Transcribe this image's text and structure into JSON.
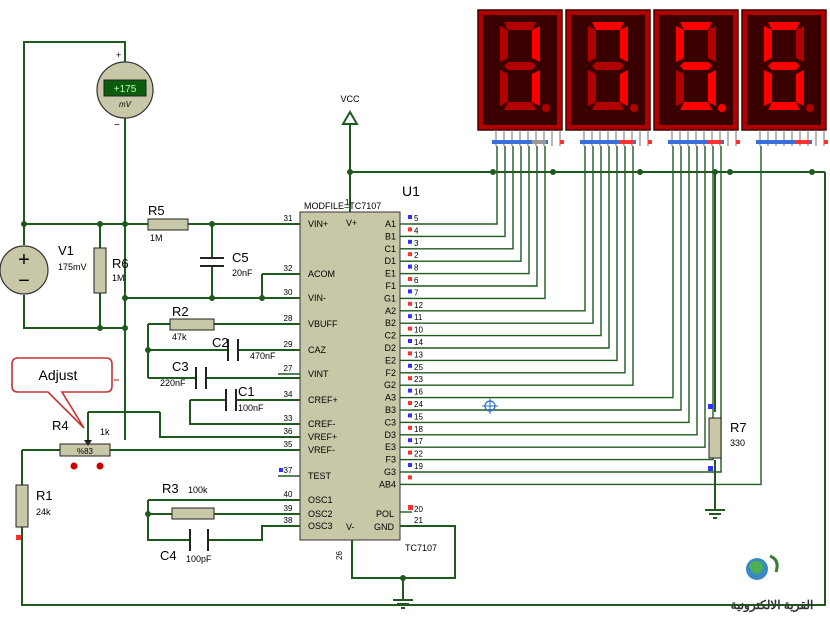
{
  "display": {
    "digits": [
      "1",
      "7",
      "5",
      "6"
    ]
  },
  "chip": {
    "designator": "U1",
    "part": "TC7107",
    "header": "MODFILE=TC7107",
    "left_pins": [
      {
        "num": "31",
        "name": "VIN+"
      },
      {
        "num": "32",
        "name": "ACOM"
      },
      {
        "num": "30",
        "name": "VIN-"
      },
      {
        "num": "28",
        "name": "VBUFF"
      },
      {
        "num": "29",
        "name": "CAZ"
      },
      {
        "num": "27",
        "name": "VINT"
      },
      {
        "num": "34",
        "name": "CREF+"
      },
      {
        "num": "33",
        "name": "CREF-"
      },
      {
        "num": "36",
        "name": "VREF+"
      },
      {
        "num": "35",
        "name": "VREF-"
      },
      {
        "num": "37",
        "name": "TEST"
      },
      {
        "num": "40",
        "name": "OSC1"
      },
      {
        "num": "39",
        "name": "OSC2"
      },
      {
        "num": "38",
        "name": "OSC3"
      }
    ],
    "right_pins": [
      {
        "num": "5",
        "name": "A1"
      },
      {
        "num": "4",
        "name": "B1"
      },
      {
        "num": "3",
        "name": "C1"
      },
      {
        "num": "2",
        "name": "D1"
      },
      {
        "num": "8",
        "name": "E1"
      },
      {
        "num": "6",
        "name": "F1"
      },
      {
        "num": "7",
        "name": "G1"
      },
      {
        "num": "12",
        "name": "A2"
      },
      {
        "num": "11",
        "name": "B2"
      },
      {
        "num": "10",
        "name": "C2"
      },
      {
        "num": "14",
        "name": "D2"
      },
      {
        "num": "13",
        "name": "E2"
      },
      {
        "num": "25",
        "name": "F2"
      },
      {
        "num": "23",
        "name": "G2"
      },
      {
        "num": "16",
        "name": "A3"
      },
      {
        "num": "24",
        "name": "B3"
      },
      {
        "num": "15",
        "name": "C3"
      },
      {
        "num": "18",
        "name": "D3"
      },
      {
        "num": "17",
        "name": "E3"
      },
      {
        "num": "22",
        "name": "F3"
      },
      {
        "num": "19",
        "name": "G3"
      },
      {
        "num": "",
        "name": "AB4"
      }
    ],
    "top_pin": {
      "num": "1",
      "name": "V+"
    },
    "bottom_pins": [
      {
        "num": "20",
        "name": "POL"
      },
      {
        "num": "21",
        "name": "GND"
      },
      {
        "num": "26",
        "name": "V-"
      }
    ]
  },
  "components": {
    "vcc": "VCC",
    "r5": {
      "name": "R5",
      "value": "1M"
    },
    "r6": {
      "name": "R6",
      "value": "1M"
    },
    "v1": {
      "name": "V1",
      "value": "175mV"
    },
    "c5": {
      "name": "C5",
      "value": "20nF"
    },
    "r2": {
      "name": "R2",
      "value": "47k"
    },
    "c2": {
      "name": "C2",
      "value": "470nF"
    },
    "c3": {
      "name": "C3",
      "value": "220nF"
    },
    "c1": {
      "name": "C1",
      "value": "100nF"
    },
    "r4": {
      "name": "R4",
      "value": "1k",
      "body": "%83"
    },
    "r1": {
      "name": "R1",
      "value": "24k"
    },
    "r3": {
      "name": "R3",
      "value": "100k"
    },
    "c4": {
      "name": "C4",
      "value": "100pF"
    },
    "r7": {
      "name": "R7",
      "value": "330"
    }
  },
  "voltmeter": {
    "reading": "+175",
    "unit": "mV",
    "plus": "+",
    "minus": "−"
  },
  "adjust_label": "Adjust",
  "watermark": "القرية الالكترونية",
  "colors": {
    "wire": "#1e5a1e",
    "segment_on": "#ff0000",
    "segment_off": "#b00000",
    "panel": "#3a0000"
  }
}
